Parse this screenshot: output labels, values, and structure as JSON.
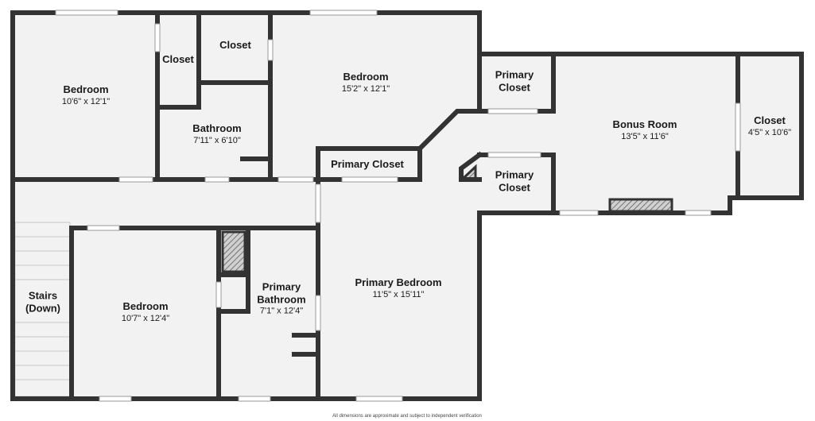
{
  "rooms": {
    "bedroom_nw": {
      "name": "Bedroom",
      "dims": "10'6\" x 12'1\""
    },
    "closet_small": {
      "name": "Closet"
    },
    "closet_top": {
      "name": "Closet"
    },
    "bedroom_n": {
      "name": "Bedroom",
      "dims": "15'2\" x 12'1\""
    },
    "bathroom": {
      "name": "Bathroom",
      "dims": "7'11\" x 6'10\""
    },
    "primary_closet_mid": {
      "name": "Primary Closet"
    },
    "primary_closet_ne1": {
      "name": "Primary Closet"
    },
    "primary_closet_ne2": {
      "name": "Primary Closet"
    },
    "bonus_room": {
      "name": "Bonus Room",
      "dims": "13'5\" x 11'6\""
    },
    "closet_east": {
      "name": "Closet",
      "dims": "4'5\" x 10'6\""
    },
    "stairs": {
      "name": "Stairs (Down)"
    },
    "bedroom_sw": {
      "name": "Bedroom",
      "dims": "10'7\" x 12'4\""
    },
    "primary_bathroom": {
      "name": "Primary Bathroom",
      "dims": "7'1\" x 12'4\""
    },
    "primary_bedroom": {
      "name": "Primary Bedroom",
      "dims": "11'5\" x 15'11\""
    }
  },
  "footnote": "All dimensions are approximate and subject to independent verification"
}
